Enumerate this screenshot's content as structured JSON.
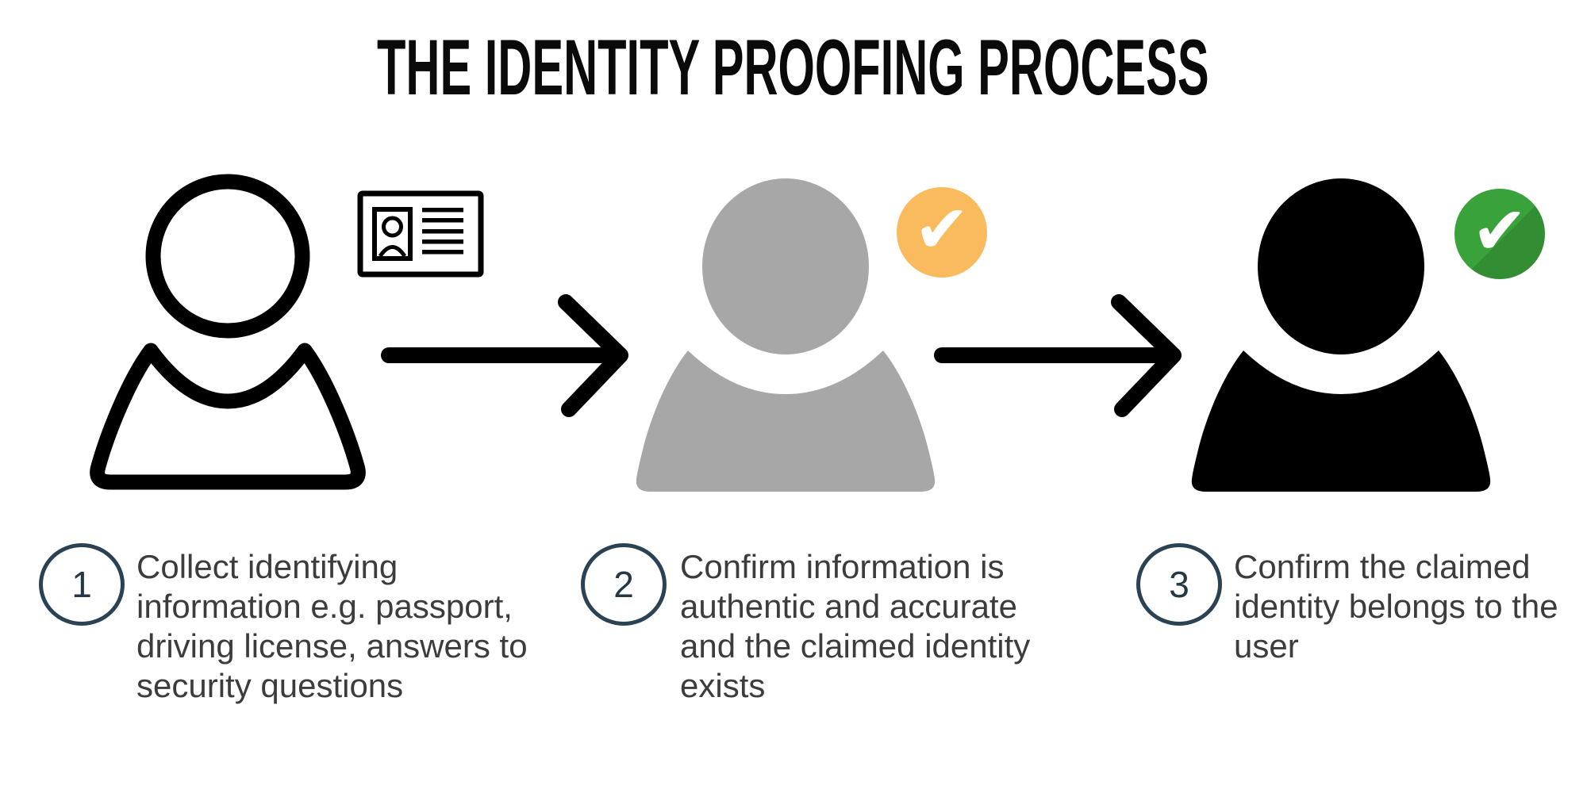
{
  "title": "THE IDENTITY PROOFING PROCESS",
  "icons": {
    "check_glyph": "✔",
    "stage1_person": "person-outline",
    "stage1_attachment": "id-card",
    "stage2_person": "person-gray",
    "stage3_person": "person-black",
    "connector": "right-arrow"
  },
  "colors": {
    "orange_badge": "#FABB5E",
    "green_badge": "#3AA23A",
    "person_gray": "#A7A7A7",
    "person_black": "#000000",
    "step_circle_border": "#2B4254",
    "body_text": "#3C3C3C",
    "title_text": "#0A0A0A"
  },
  "steps": [
    {
      "number": "1",
      "lines": [
        "Collect identifying",
        "information e.g. passport,",
        "driving license, answers to",
        "security questions"
      ]
    },
    {
      "number": "2",
      "lines": [
        "Confirm information is",
        "authentic and accurate",
        "and the claimed identity",
        "exists"
      ]
    },
    {
      "number": "3",
      "lines": [
        "Confirm the claimed",
        "identity belongs to the",
        "user"
      ]
    }
  ]
}
